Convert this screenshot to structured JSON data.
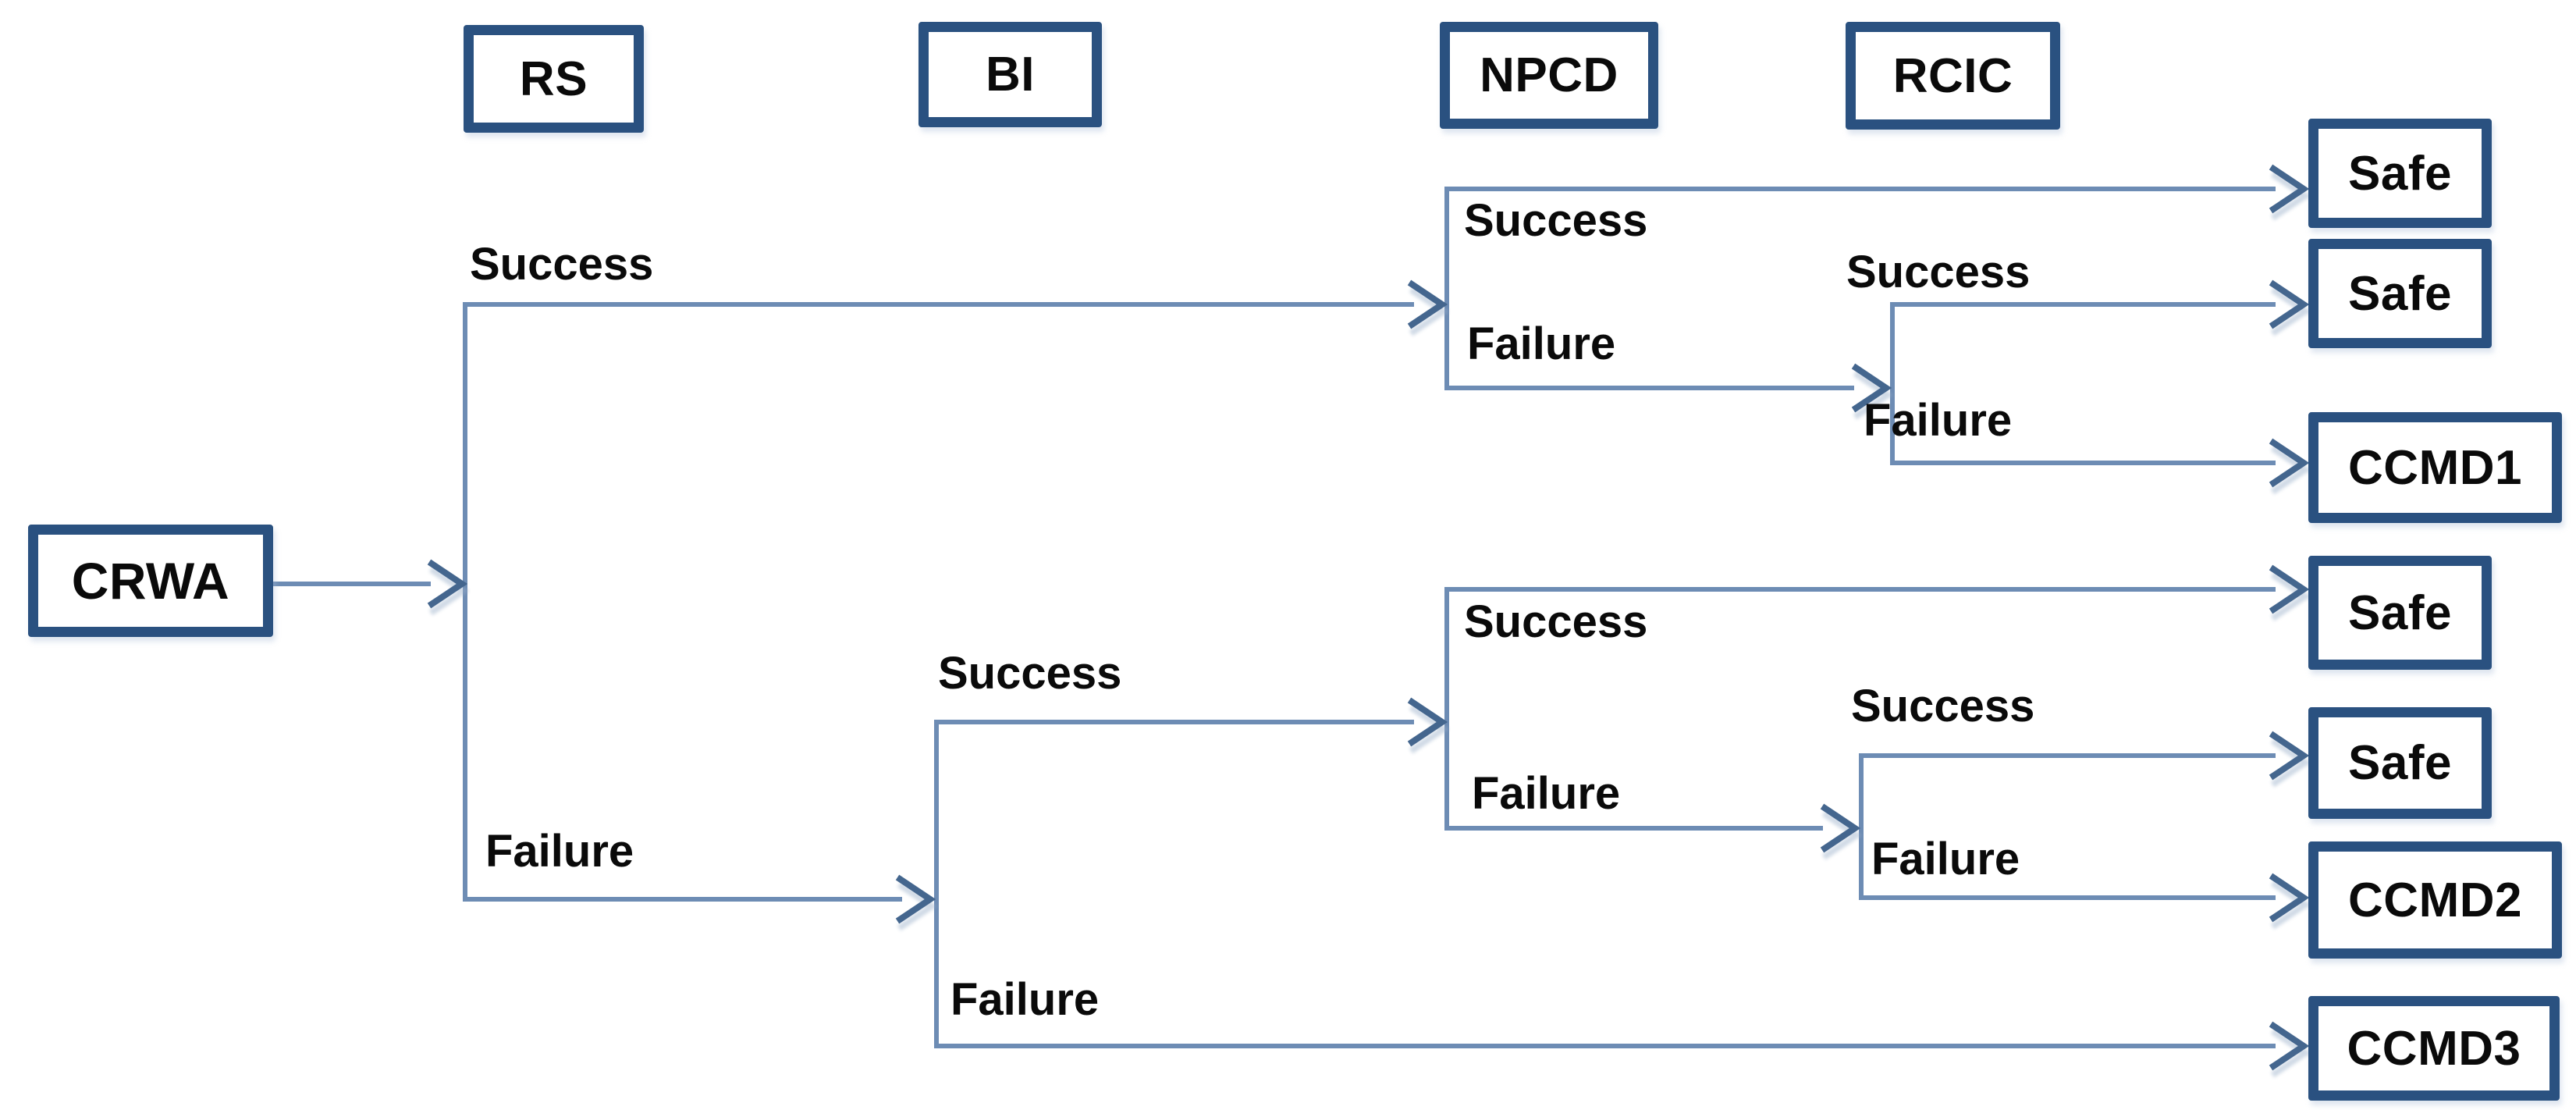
{
  "diagram": {
    "kind": "event-tree",
    "initiating_event": "CRWA",
    "top_events": [
      "RS",
      "BI",
      "NPCD",
      "RCIC"
    ],
    "branches": {
      "rs": {
        "success": "Success",
        "failure": "Failure"
      },
      "bi": {
        "success": "Success",
        "failure": "Failure"
      },
      "npcd_upper": {
        "success": "Success",
        "failure": "Failure"
      },
      "rcic_upper": {
        "success": "Success",
        "failure": "Failure"
      },
      "npcd_lower": {
        "success": "Success",
        "failure": "Failure"
      },
      "rcic_lower": {
        "success": "Success",
        "failure": "Failure"
      }
    },
    "end_states": [
      "Safe",
      "Safe",
      "CCMD1",
      "Safe",
      "Safe",
      "CCMD2",
      "CCMD3"
    ],
    "colors": {
      "box_border": "#2a5180",
      "connector": "#6d8cb4",
      "arrowhead": "#44668e",
      "label_text": "#0a0a0a",
      "background": "#ffffff"
    }
  }
}
